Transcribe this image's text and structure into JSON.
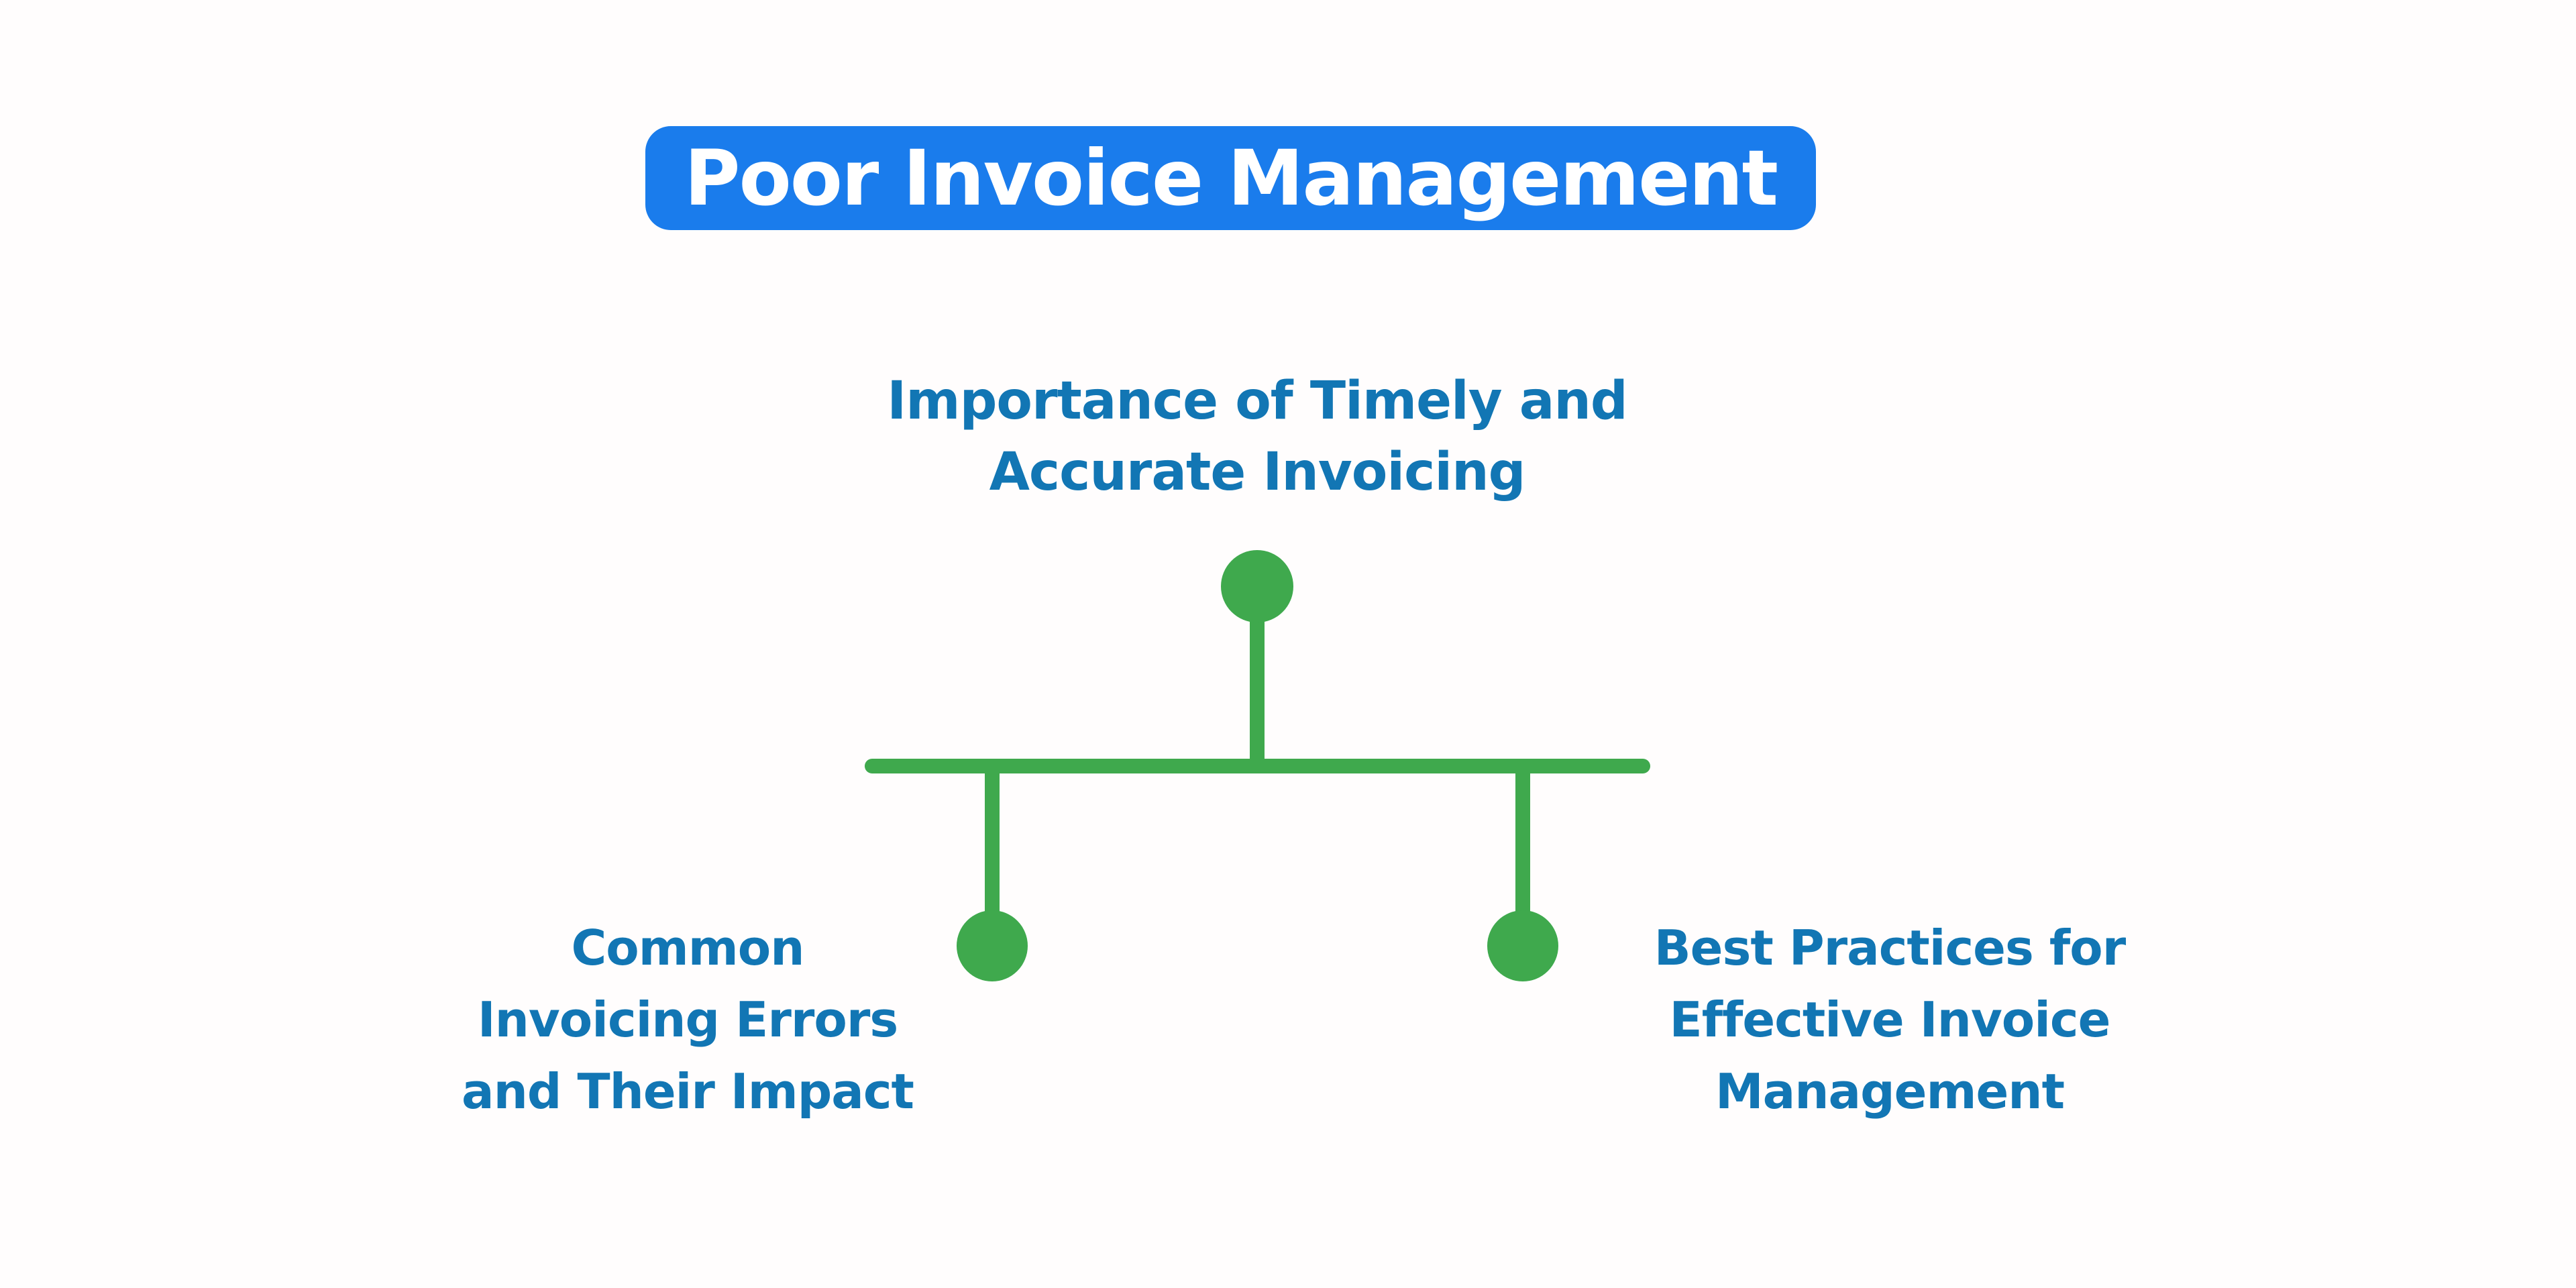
{
  "title": "Poor Invoice Management",
  "colors": {
    "background": "#fffdfd",
    "accent_blue": "#1a7cec",
    "text_blue": "#1276b4",
    "green": "#3fa94d",
    "title_text": "#ffffff"
  },
  "tree": {
    "top_node": {
      "lines": [
        "Importance of Timely and",
        "Accurate Invoicing"
      ]
    },
    "left_node": {
      "lines": [
        "Common",
        "Invoicing Errors",
        "and Their Impact"
      ]
    },
    "right_node": {
      "lines": [
        "Best Practices for",
        "Effective Invoice",
        "Management"
      ]
    }
  }
}
